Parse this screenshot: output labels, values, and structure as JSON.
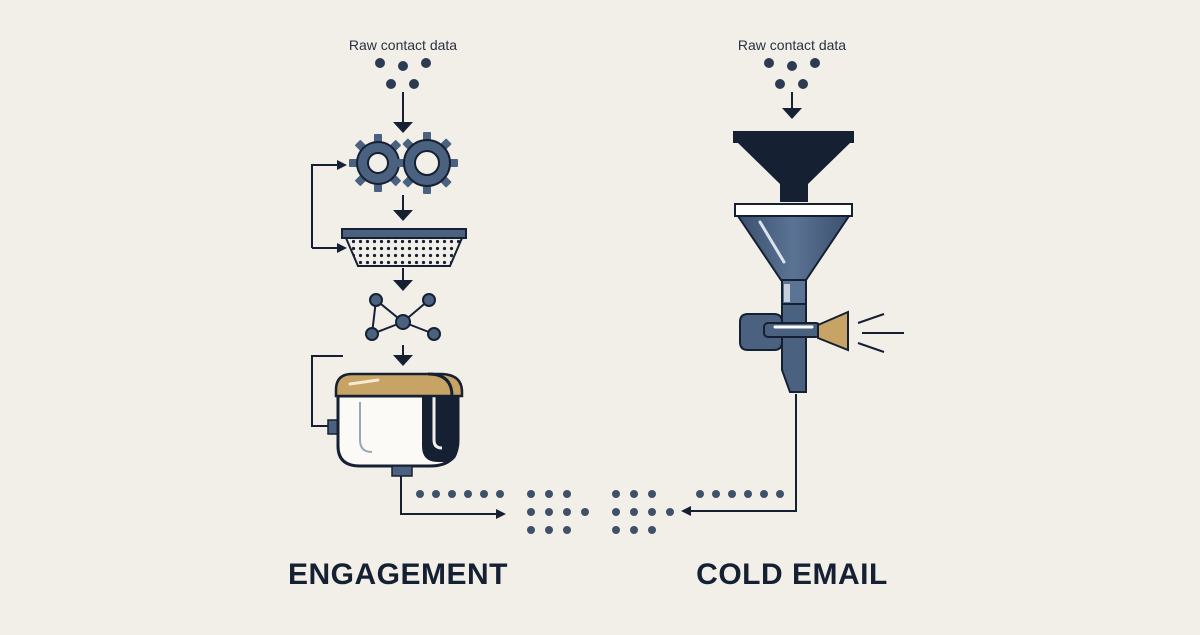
{
  "left_flow": {
    "input_label": "Raw contact data",
    "title": "ENGAGEMENT"
  },
  "right_flow": {
    "input_label": "Raw contact data",
    "title": "COLD EMAIL"
  },
  "colors": {
    "background": "#f2efe9",
    "navy": "#162033",
    "slate": "#4a6180",
    "dot": "#3f5068",
    "gold": "#c7a465"
  },
  "icons": [
    "gears-icon",
    "sieve-icon",
    "network-node-icon",
    "vat-container-icon",
    "funnel-icon",
    "funnel-hopper-icon",
    "spray-nozzle-icon"
  ]
}
